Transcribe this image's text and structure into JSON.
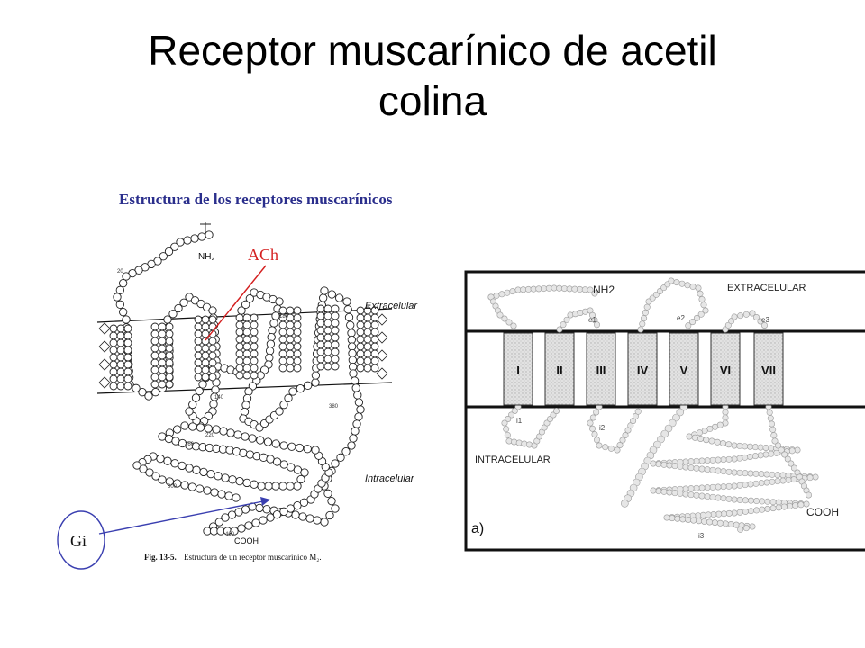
{
  "slide": {
    "title_line1": "Receptor muscarínico de acetil",
    "title_line2": "colina"
  },
  "left_figure": {
    "heading": "Estructura de los receptores muscarínicos",
    "ach_label": "ACh",
    "nh2_label": "NH₂",
    "extracellular_label": "Extracelular",
    "intracellular_label": "Intracelular",
    "cooh_label": "COOH",
    "gi_label": "Gi",
    "caption_fig": "Fig. 13-5.",
    "caption_text": "Estructura de un receptor muscarínico M₂.",
    "residue_numbers": [
      "20",
      "180",
      "140",
      "220",
      "260",
      "300",
      "380",
      "460"
    ],
    "colors": {
      "heading": "#2a2e8c",
      "ach": "#d42020",
      "gi_arrow": "#3a3fb0"
    }
  },
  "right_figure": {
    "panel_label": "a)",
    "nh2_label": "NH2",
    "extracellular_label": "EXTRACELULAR",
    "intracellular_label": "INTRACELULAR",
    "cooh_label": "COOH",
    "loop_labels": {
      "e1": "e1",
      "e2": "e2",
      "e3": "e3",
      "i1": "i1",
      "i2": "i2",
      "i3": "i3"
    },
    "helices": [
      "I",
      "II",
      "III",
      "IV",
      "V",
      "VI",
      "VII"
    ]
  }
}
